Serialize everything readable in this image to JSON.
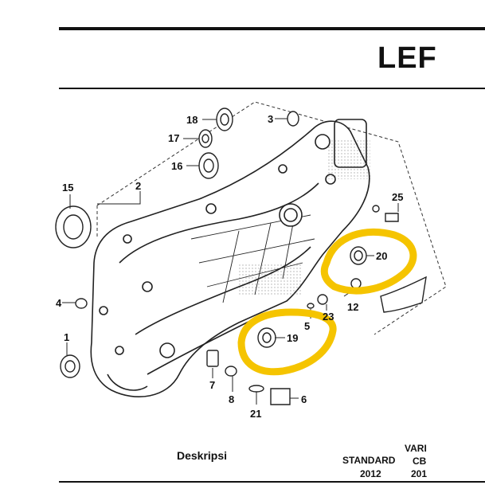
{
  "header": {
    "title": "LEF"
  },
  "footer": {
    "description_label": "Deskripsi",
    "col_standard": "STANDARD",
    "col_standard_year": "2012",
    "col_variant_top": "VARI",
    "col_variant_mid": "CB",
    "col_variant_year": "201"
  },
  "callouts": [
    {
      "id": "1",
      "label": "1"
    },
    {
      "id": "2",
      "label": "2"
    },
    {
      "id": "3",
      "label": "3"
    },
    {
      "id": "4",
      "label": "4"
    },
    {
      "id": "5",
      "label": "5"
    },
    {
      "id": "6",
      "label": "6"
    },
    {
      "id": "7",
      "label": "7"
    },
    {
      "id": "8",
      "label": "8"
    },
    {
      "id": "12",
      "label": "12"
    },
    {
      "id": "15",
      "label": "15"
    },
    {
      "id": "16",
      "label": "16"
    },
    {
      "id": "17",
      "label": "17"
    },
    {
      "id": "18",
      "label": "18"
    },
    {
      "id": "19",
      "label": "19"
    },
    {
      "id": "20",
      "label": "20"
    },
    {
      "id": "21",
      "label": "21"
    },
    {
      "id": "23",
      "label": "23"
    },
    {
      "id": "25",
      "label": "25"
    }
  ],
  "colors": {
    "highlight": "#f5c400",
    "line": "#222222"
  }
}
